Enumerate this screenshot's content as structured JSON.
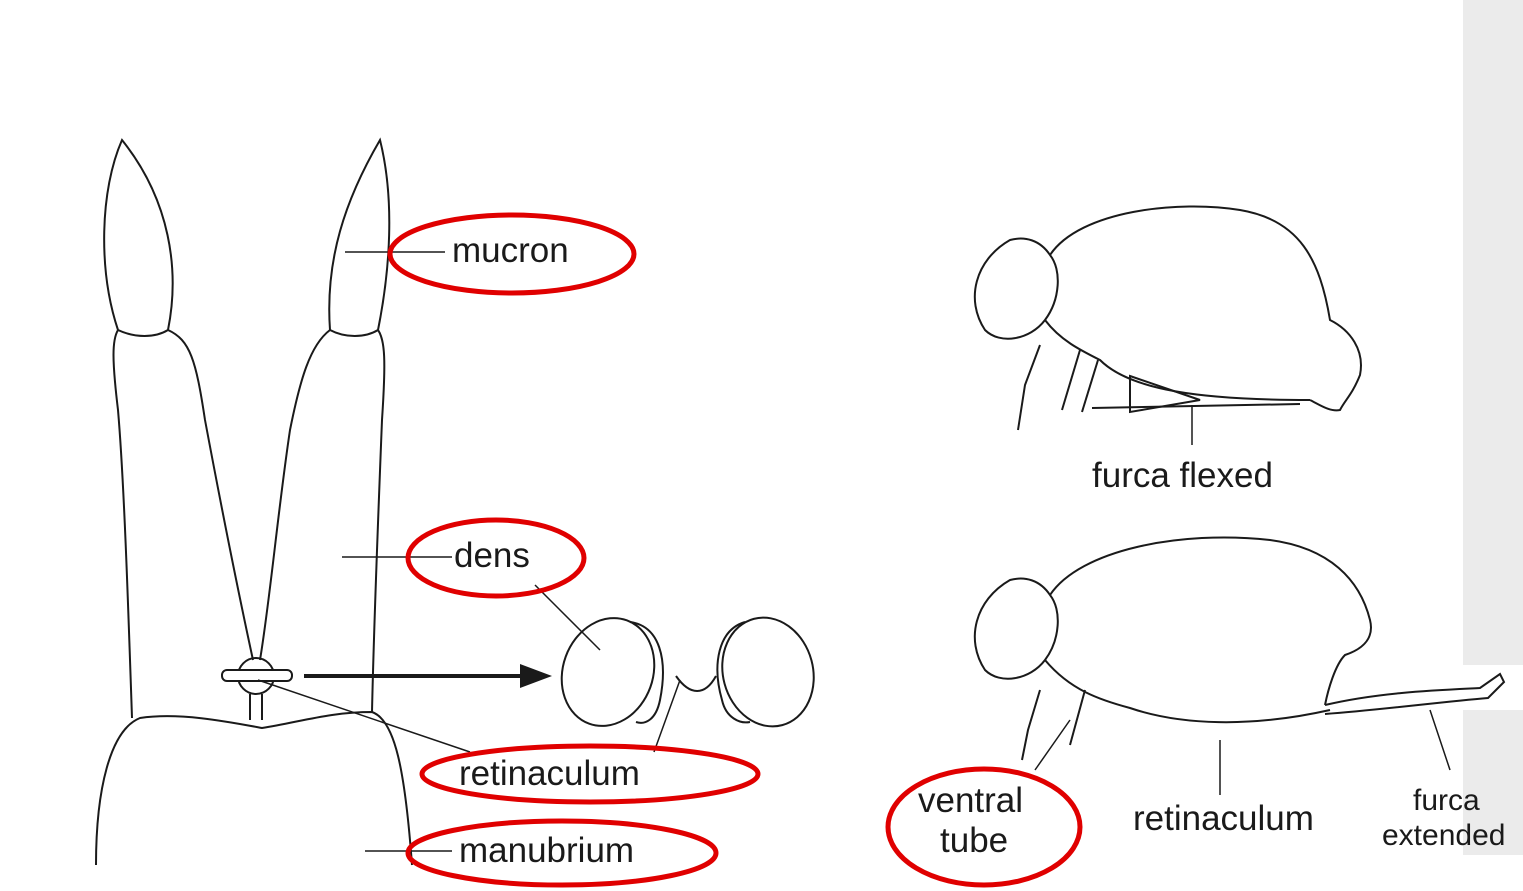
{
  "labels": {
    "mucron": "mucron",
    "dens": "dens",
    "retinaculum_left": "retinaculum",
    "manubrium": "manubrium",
    "furca_flexed": "furca flexed",
    "ventral_tube_line1": "ventral",
    "ventral_tube_line2": "tube",
    "retinaculum_right": "retinaculum",
    "furca_extended_line1": "furca",
    "furca_extended_line2": "extended"
  },
  "colors": {
    "circle_highlight": "#e00000",
    "line_art": "#1a1a1a",
    "background": "#ffffff",
    "scan_edge": "#e9e9e9"
  }
}
